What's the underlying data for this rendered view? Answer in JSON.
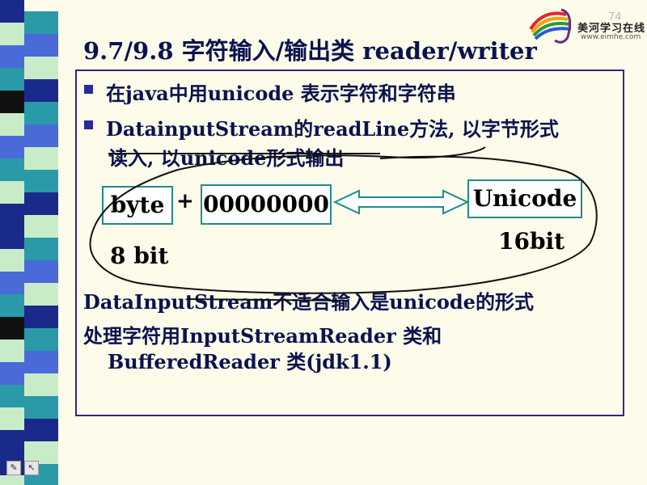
{
  "page_number": "74",
  "logo": {
    "text": "美河学习在线",
    "url": "www.eimhe.com"
  },
  "title": "9.7/9.8 字符输入/输出类 reader/writer",
  "bullets": [
    {
      "text": "在java中用unicode 表示字符和字符串"
    },
    {
      "text": "DatainputStream的readLine方法, 以字节形式",
      "continuation": "读入, 以unicode形式输出"
    }
  ],
  "diagram": {
    "byte_label": "byte",
    "plus": "+",
    "zeros": "00000000",
    "unicode_label": "Unicode",
    "bits_8": "8 bit",
    "bits_16": "16bit"
  },
  "paragraphs": {
    "line1": "DataInputStream不适合输入是unicode的形式",
    "line2": "处理字符用InputStreamReader 类和",
    "line3": "BufferedReader 类(jdk1.1)"
  },
  "toolbar": {
    "pen_icon": "pencil-icon",
    "arrow_icon": "arrow-icon"
  },
  "colors": {
    "stripe_dark": "#1a2a8a",
    "stripe_blue": "#4a6ad8",
    "stripe_teal": "#2a9aa8",
    "stripe_light": "#c8ecc8",
    "title": "#0a1250",
    "box_border": "#1f8c8c"
  }
}
